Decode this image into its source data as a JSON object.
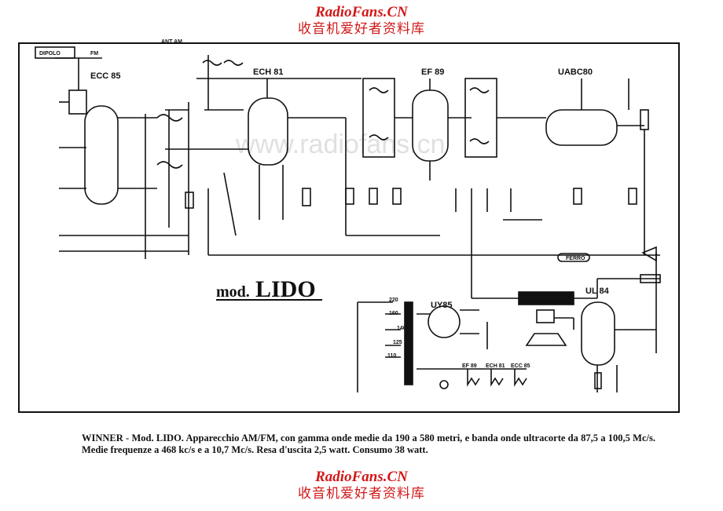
{
  "watermark_top": {
    "title": "RadioFans.CN",
    "subtitle": "收音机爱好者资料库"
  },
  "watermark_bottom": {
    "title": "RadioFans.CN",
    "subtitle": "收音机爱好者资料库"
  },
  "ghost_watermark": "www.radiofans.cn",
  "model_prefix": "mod.",
  "model_name": "LIDO",
  "tubes": {
    "ecc85": "ECC 85",
    "ech81": "ECH 81",
    "ef89": "EF 89",
    "uabc80": "UABC80",
    "uy85": "UY85",
    "ul84": "UL 84"
  },
  "labels": {
    "dipolo": "DIPOLO",
    "fm": "FM",
    "ant_am": "ANT AM",
    "ferro": "FERRO",
    "tap220": "220",
    "tap160": "160",
    "tap140": "140",
    "tap125": "125",
    "tap110": "110",
    "heater_ef89": "EF 89",
    "heater_ech81": "ECH 81",
    "heater_ecc85": "ECC 85"
  },
  "caption": "WINNER - Mod. LIDO. Apparecchio AM/FM, con gamma onde medie da 190 a 580 metri, e banda onde ultracorte da 87,5 a 100,5 Mc/s. Medie frequenze a 468 kc/s e a 10,7 Mc/s. Resa d'uscita 2,5 watt. Consumo 38 watt."
}
